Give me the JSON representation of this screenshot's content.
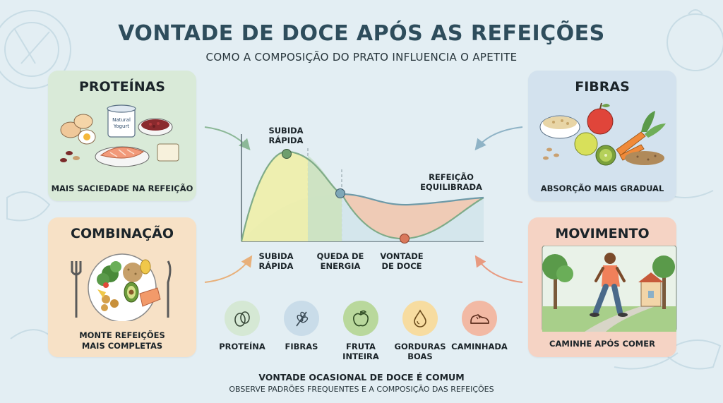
{
  "header": {
    "title": "VONTADE DE DOCE APÓS AS REFEIÇÕES",
    "subtitle": "COMO A COMPOSIÇÃO DO PRATO INFLUENCIA O APETITE"
  },
  "cards": {
    "proteinas": {
      "title": "PROTEÍNAS",
      "caption": "MAIS SACIEDADE NA REFEIÇÃO",
      "yogurt_label_1": "Natural",
      "yogurt_label_2": "Yogurt",
      "color": "#d9ead8"
    },
    "fibras": {
      "title": "FIBRAS",
      "caption": "ABSORÇÃO MAIS GRADUAL",
      "color": "#d3e2ee"
    },
    "combinacao": {
      "title": "COMBINAÇÃO",
      "caption_1": "MONTE REFEIÇÕES",
      "caption_2": "MAIS COMPLETAS",
      "color": "#f7e1c6"
    },
    "movimento": {
      "title": "MOVIMENTO",
      "caption": "CAMINHE APÓS COMER",
      "color": "#f5d3c4"
    }
  },
  "diagram": {
    "label_peak_top_1": "SUBIDA",
    "label_peak_top_2": "RÁPIDA",
    "label_balanced_1": "REFEIÇÃO",
    "label_balanced_2": "EQUILIBRADA",
    "label_rise_1": "SUBIDA",
    "label_rise_2": "RÁPIDA",
    "label_drop_1": "QUEDA DE",
    "label_drop_2": "ENERGIA",
    "label_craving_1": "VONTADE",
    "label_craving_2": "DE DOCE"
  },
  "icons": [
    {
      "label": "PROTEÍNA",
      "icon": "egg-icon",
      "color": "#d5e8d4"
    },
    {
      "label": "FIBRAS",
      "icon": "wheat-icon",
      "color": "#c9dce9"
    },
    {
      "label": "FRUTA\nINTEIRA",
      "icon": "apple-icon",
      "color": "#b9d89c"
    },
    {
      "label": "GORDURAS\nBOAS",
      "icon": "drop-icon",
      "color": "#f7dca0"
    },
    {
      "label": "CAMINHADA",
      "icon": "shoe-icon",
      "color": "#f2b9a4"
    }
  ],
  "footer": {
    "line1": "VONTADE OCASIONAL DE DOCE É COMUM",
    "line2": "OBSERVE PADRÕES FREQUENTES E A COMPOSIÇÃO DAS REFEIÇÕES"
  },
  "colors": {
    "title": "#2e4d5c",
    "curve_spike": "#e8ec9e",
    "curve_spike_stroke": "#7fab88",
    "curve_balanced_fill": "#f3c6ad",
    "curve_balanced_stroke": "#6e9aa8",
    "point_green": "#6f9e6d",
    "point_blue": "#7ea7b7",
    "point_red": "#d9785b"
  }
}
